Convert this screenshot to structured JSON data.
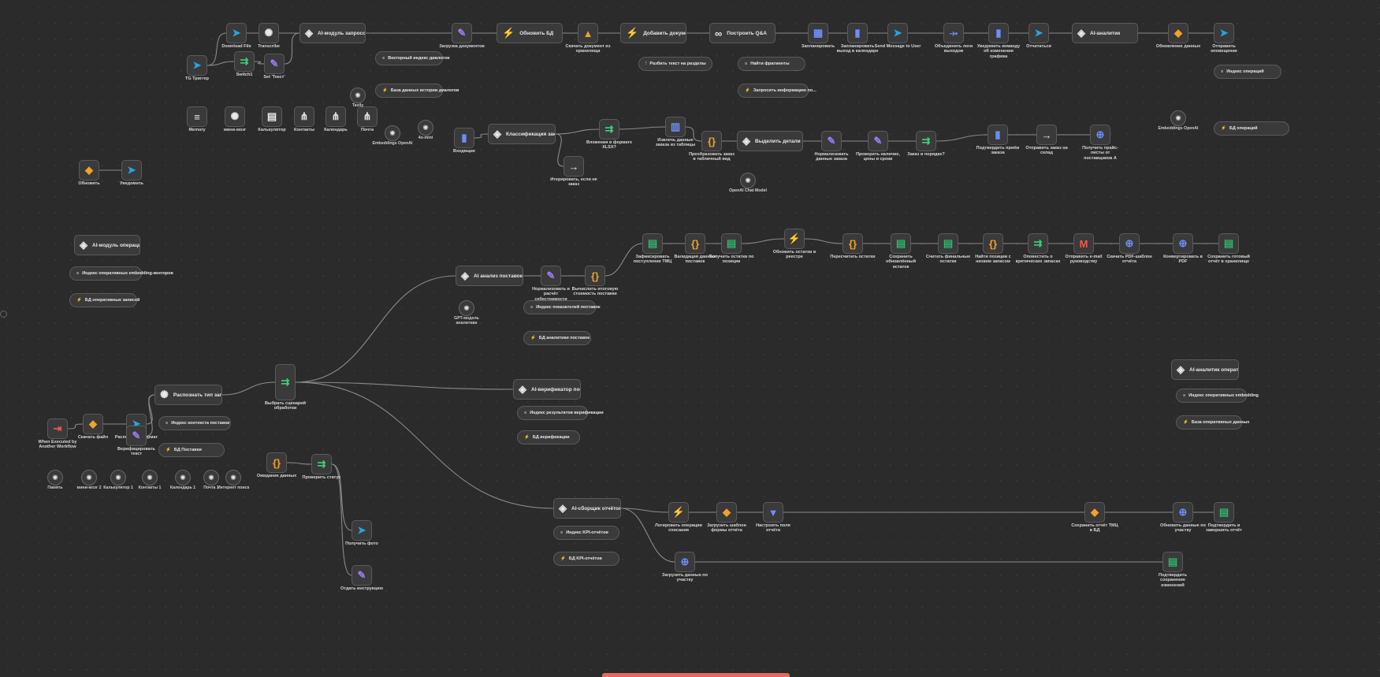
{
  "colors": {
    "background": "#2b2b2b",
    "node": "#3a3a3a",
    "wire": "#8a8a8a",
    "accent": "#e36b5b"
  },
  "nodes": [
    {
      "id": "tg_trigger",
      "label": "TG Триггер",
      "icon": "telegram-icon",
      "color": "tg"
    },
    {
      "id": "download_file",
      "label": "Download File",
      "icon": "telegram-icon",
      "color": "tg"
    },
    {
      "id": "transcribe",
      "label": "Transcribe",
      "icon": "openai-icon",
      "color": "white"
    },
    {
      "id": "switch1",
      "label": "Switch1",
      "icon": "switch-icon",
      "color": "green"
    },
    {
      "id": "set_text",
      "label": "Set 'Текст'",
      "icon": "pen-icon",
      "color": "violet"
    },
    {
      "id": "ai_requests",
      "label": "AI-модуль запросов",
      "icon": "robot-icon",
      "color": "white"
    },
    {
      "id": "load_docs",
      "label": "Загрузка документов",
      "icon": "pen-icon",
      "color": "violet"
    },
    {
      "id": "update_db",
      "label": "Обновить БД",
      "icon": "supabase-icon",
      "color": "green"
    },
    {
      "id": "download_doc",
      "label": "Скачать документ из хранилища",
      "icon": "gdrive-icon",
      "color": "orange"
    },
    {
      "id": "add_doc",
      "label": "Добавить документ",
      "icon": "supabase-icon",
      "color": "green"
    },
    {
      "id": "build_qa",
      "label": "Построить Q&A",
      "icon": "link-icon",
      "color": "white"
    },
    {
      "id": "plan",
      "label": "Запланировать",
      "icon": "calendar-icon",
      "color": "blue"
    },
    {
      "id": "record_exit",
      "label": "Запланировать выход в календаре",
      "icon": "tablet-icon",
      "color": "blue"
    },
    {
      "id": "send_user",
      "label": "Send Message to User",
      "icon": "telegram-icon",
      "color": "tg"
    },
    {
      "id": "merge_exits",
      "label": "Объединить логи выходов",
      "icon": "merge-icon",
      "color": "blue"
    },
    {
      "id": "notify_change",
      "label": "Уведомить команду об изменении графика",
      "icon": "tablet-icon",
      "color": "blue"
    },
    {
      "id": "reply_tg",
      "label": "Отчитаться",
      "icon": "telegram-icon",
      "color": "tg"
    },
    {
      "id": "ai_analyst",
      "label": "AI-аналитик",
      "icon": "robot-icon",
      "color": "white"
    },
    {
      "id": "update_data",
      "label": "Обновление данных",
      "icon": "box-icon",
      "color": "orange"
    },
    {
      "id": "send_alert",
      "label": "Отправить оповещение",
      "icon": "telegram-icon",
      "color": "tg"
    },
    {
      "id": "memory",
      "label": "Memory",
      "icon": "db-icon",
      "color": "white"
    },
    {
      "id": "mini_model",
      "label": "мини-мозг",
      "icon": "openai-icon",
      "color": "white"
    },
    {
      "id": "calculator",
      "label": "Калькулятор",
      "icon": "calc-icon",
      "color": "white"
    },
    {
      "id": "contacts",
      "label": "Контакты",
      "icon": "tree-icon",
      "color": "white"
    },
    {
      "id": "calendar",
      "label": "Календарь",
      "icon": "tree-icon",
      "color": "white"
    },
    {
      "id": "mail",
      "label": "Почта",
      "icon": "tree-icon",
      "color": "white"
    },
    {
      "id": "classify",
      "label": "Классификация заказа",
      "icon": "robot-icon",
      "color": "white"
    },
    {
      "id": "incoming",
      "label": "Входящие",
      "icon": "tablet-icon",
      "color": "blue"
    },
    {
      "id": "iterate",
      "label": "Итерировать, если не заказ",
      "icon": "arrow-icon",
      "color": "white"
    },
    {
      "id": "xlsx",
      "label": "Вложения в формате XLSX?",
      "icon": "switch-icon",
      "color": "green"
    },
    {
      "id": "extract_xls",
      "label": "Извлечь данные заказа из таблицы",
      "icon": "file-icon",
      "color": "blue"
    },
    {
      "id": "transform",
      "label": "Преобразовать заказ в табличный вид",
      "icon": "code-icon",
      "color": "orange"
    },
    {
      "id": "extract_details",
      "label": "Выделить детали заказа",
      "icon": "robot-icon",
      "color": "white"
    },
    {
      "id": "normalize",
      "label": "Нормализовать данные заказа",
      "icon": "pen-icon",
      "color": "violet"
    },
    {
      "id": "check_prices",
      "label": "Проверить наличие, цены и сроки",
      "icon": "pen-icon",
      "color": "violet"
    },
    {
      "id": "order_ok",
      "label": "Заказ в порядке?",
      "icon": "switch-icon",
      "color": "green"
    },
    {
      "id": "prep_accept",
      "label": "Подтвердить приём заказа",
      "icon": "tablet-icon",
      "color": "blue"
    },
    {
      "id": "send_order",
      "label": "Отправить заказ на склад",
      "icon": "arrow-icon",
      "color": "white"
    },
    {
      "id": "get_price",
      "label": "Получить прайс-листы от поставщиков А",
      "icon": "globe-icon",
      "color": "blue"
    },
    {
      "id": "update_tmc",
      "label": "Обновить",
      "icon": "box-icon",
      "color": "orange"
    },
    {
      "id": "notify_tmc",
      "label": "Уведомить",
      "icon": "telegram-icon",
      "color": "tg"
    },
    {
      "id": "ai_ops",
      "label": "AI-модуль операций",
      "icon": "robot-icon",
      "color": "white"
    },
    {
      "id": "reg_receipt",
      "label": "Зафиксировать поступление ТМЦ",
      "icon": "gsheet-icon",
      "color": "gsheet"
    },
    {
      "id": "validate",
      "label": "Валидация данных поставок",
      "icon": "code-icon",
      "color": "orange"
    },
    {
      "id": "get_stock",
      "label": "Получить остатки по позиции",
      "icon": "gsheet-icon",
      "color": "gsheet"
    },
    {
      "id": "update_stock",
      "label": "Обновить остатки в реестре",
      "icon": "supabase-icon",
      "color": "green"
    },
    {
      "id": "recalc",
      "label": "Пересчитать остатки",
      "icon": "code-icon",
      "color": "orange"
    },
    {
      "id": "save_stock",
      "label": "Сохранить обновлённый остаток",
      "icon": "gsheet-icon",
      "color": "gsheet"
    },
    {
      "id": "final_stock",
      "label": "Считать финальные остатки",
      "icon": "gsheet-icon",
      "color": "gsheet"
    },
    {
      "id": "low_items",
      "label": "Найти позиции с низким запасом",
      "icon": "code-icon",
      "color": "orange"
    },
    {
      "id": "critical",
      "label": "Оповестить о критических запасах",
      "icon": "switch-icon",
      "color": "green"
    },
    {
      "id": "send_email",
      "label": "Отправить e-mail руководству",
      "icon": "gmail-icon",
      "color": "red"
    },
    {
      "id": "pdf_report",
      "label": "Скачать PDF-шаблон отчёта",
      "icon": "globe-icon",
      "color": "blue"
    },
    {
      "id": "to_pdf",
      "label": "Конвертировать в PDF",
      "icon": "globe-icon",
      "color": "blue"
    },
    {
      "id": "save_report",
      "label": "Сохранить готовый отчёт в хранилище",
      "icon": "gsheet-icon",
      "color": "gsheet"
    },
    {
      "id": "ai_supply",
      "label": "AI анализ поставок",
      "icon": "robot-icon",
      "color": "white"
    },
    {
      "id": "normalize_calc",
      "label": "Нормализовать и расчёт себестоимости",
      "icon": "pen-icon",
      "color": "violet"
    },
    {
      "id": "calc_cost",
      "label": "Вычислить итоговую стоимость поставки",
      "icon": "code-icon",
      "color": "orange"
    },
    {
      "id": "recognize",
      "label": "Распознать тип запроса",
      "icon": "openai-icon",
      "color": "white"
    },
    {
      "id": "select_scenario",
      "label": "Выбрать сценарий обработки",
      "icon": "switch-icon",
      "color": "green"
    },
    {
      "id": "ai_verify",
      "label": "AI-верификатор поставки",
      "icon": "robot-icon",
      "color": "white"
    },
    {
      "id": "ai_kpi",
      "label": "AI-сборщик отчётов KPI",
      "icon": "robot-icon",
      "color": "white"
    },
    {
      "id": "log_ops",
      "label": "Логировать операции списания",
      "icon": "supabase-icon",
      "color": "green"
    },
    {
      "id": "load_template",
      "label": "Загрузить шаблон формы отчёта",
      "icon": "box-icon",
      "color": "orange"
    },
    {
      "id": "fields",
      "label": "Настроить поля отчёта",
      "icon": "filter-icon",
      "color": "blue"
    },
    {
      "id": "save_kpi",
      "label": "Сохранить отчёт ТМЦ в БД",
      "icon": "box-icon",
      "color": "orange"
    },
    {
      "id": "update_site",
      "label": "Обновить данные по участку",
      "icon": "globe-icon",
      "color": "blue"
    },
    {
      "id": "approve",
      "label": "Подтвердить и завершить отчёт",
      "icon": "gsheet-icon",
      "color": "gsheet"
    },
    {
      "id": "load_parts",
      "label": "Загрузить данные по участку",
      "icon": "globe-icon",
      "color": "blue"
    },
    {
      "id": "confirm_save",
      "label": "Подтвердить сохранение изменений",
      "icon": "gsheet-icon",
      "color": "gsheet"
    },
    {
      "id": "ai_analytics2",
      "label": "AI-аналитик оперативных",
      "icon": "robot-icon",
      "color": "white"
    },
    {
      "id": "when_exec",
      "label": "When Executed by Another Workflow",
      "icon": "exit-icon",
      "color": "red"
    },
    {
      "id": "read_file",
      "label": "Скачать файл",
      "icon": "box-icon",
      "color": "orange"
    },
    {
      "id": "format",
      "label": "Распознать формат",
      "icon": "telegram-icon",
      "color": "tg"
    },
    {
      "id": "verify_text",
      "label": "Верифицировать текст",
      "icon": "pen-icon",
      "color": "violet"
    },
    {
      "id": "wait_data",
      "label": "Ожидание данных",
      "icon": "code-icon",
      "color": "orange"
    },
    {
      "id": "check_status",
      "label": "Проверить статус",
      "icon": "switch-icon",
      "color": "green"
    },
    {
      "id": "get_photo",
      "label": "Получить фото",
      "icon": "telegram-icon",
      "color": "tg"
    },
    {
      "id": "send_instr",
      "label": "Отдать инструкцию",
      "icon": "pen-icon",
      "color": "violet"
    }
  ],
  "pills": [
    {
      "id": "vec_dialogs",
      "label": "Векторный индекс диалогов",
      "icon": "db-icon"
    },
    {
      "id": "db_dialogs",
      "label": "База данных истории диалогов",
      "icon": "supabase-icon"
    },
    {
      "id": "split_text",
      "label": "Разбить текст на разделы",
      "icon": "split-icon"
    },
    {
      "id": "find_fragments",
      "label": "Найти фрагменты",
      "icon": "db-icon"
    },
    {
      "id": "request_info",
      "label": "Запросить информацию по...",
      "icon": "supabase-icon"
    },
    {
      "id": "idx_ops",
      "label": "Индекс операций",
      "icon": "db-icon"
    },
    {
      "id": "db_ops",
      "label": "БД операций",
      "icon": "supabase-icon"
    },
    {
      "id": "idx_embed",
      "label": "Индекс оперативных embedding-векторов",
      "icon": "db-icon"
    },
    {
      "id": "db_oper",
      "label": "БД оперативных записей",
      "icon": "supabase-icon"
    },
    {
      "id": "idx_supply",
      "label": "Индекс показателей поставок",
      "icon": "db-icon"
    },
    {
      "id": "db_supply",
      "label": "БД аналитики поставок",
      "icon": "supabase-icon"
    },
    {
      "id": "idx_contr",
      "label": "Индекс контекста поставки",
      "icon": "db-icon"
    },
    {
      "id": "db_post",
      "label": "БД Поставки",
      "icon": "supabase-icon"
    },
    {
      "id": "idx_verif",
      "label": "Индекс результатов верификации",
      "icon": "db-icon"
    },
    {
      "id": "db_verif",
      "label": "БД верификации",
      "icon": "supabase-icon"
    },
    {
      "id": "idx_kpi",
      "label": "Индекс KPI-отчётов",
      "icon": "db-icon"
    },
    {
      "id": "db_kpi",
      "label": "БД KPI-отчётов",
      "icon": "supabase-icon"
    },
    {
      "id": "idx_oper2",
      "label": "Индекс оперативных embedding",
      "icon": "db-icon"
    },
    {
      "id": "db_oper2",
      "label": "База оперативных данных",
      "icon": "supabase-icon"
    }
  ],
  "subs": [
    {
      "id": "embeddings",
      "label": "Embeddings OpenAI"
    },
    {
      "id": "gpt4o",
      "label": "4o-mini"
    },
    {
      "id": "tavily",
      "label": "Tavily"
    },
    {
      "id": "gpt_model",
      "label": "GPT-модель аналитики"
    },
    {
      "id": "openai_chat",
      "label": "OpenAI Chat Model"
    },
    {
      "id": "embed_ops",
      "label": "Embeddings OpenAI"
    },
    {
      "id": "memory2",
      "label": "Память"
    },
    {
      "id": "mini2",
      "label": "мини-мозг 2"
    },
    {
      "id": "calc2",
      "label": "Калькулятор 1"
    },
    {
      "id": "contacts2",
      "label": "Контакты 1"
    },
    {
      "id": "cal2",
      "label": "Календарь 1"
    },
    {
      "id": "mail2",
      "label": "Почта 1"
    },
    {
      "id": "web",
      "label": "Интернет поиск"
    }
  ]
}
